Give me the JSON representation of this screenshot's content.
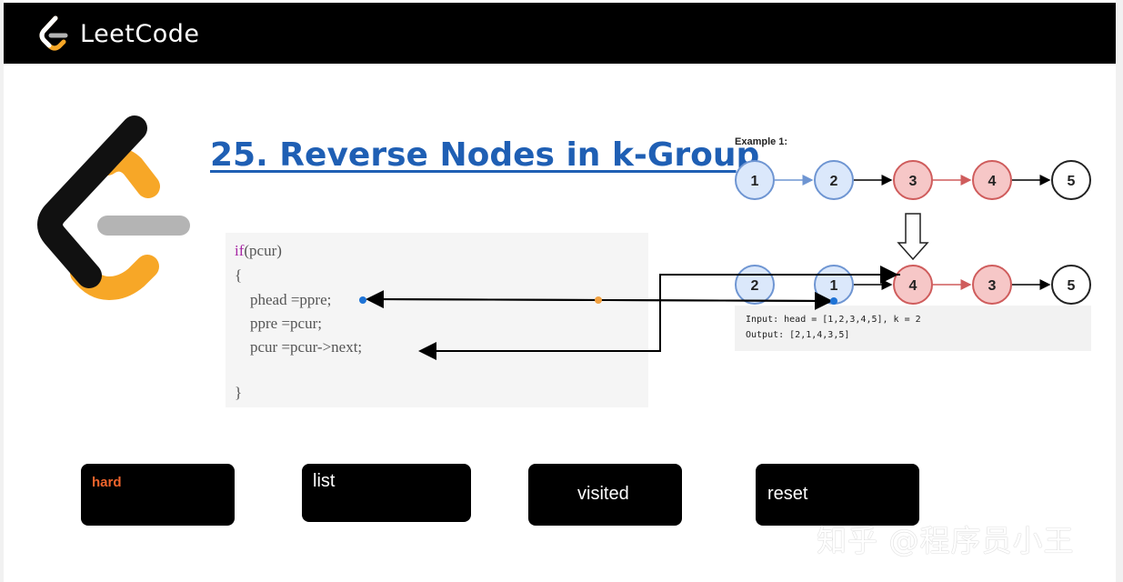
{
  "header": {
    "brand": "LeetCode"
  },
  "title": "25. Reverse Nodes in k-Group",
  "code": [
    {
      "kw": "if",
      "rest": "(pcur)"
    },
    {
      "kw": "",
      "rest": "{"
    },
    {
      "kw": "",
      "rest": "    phead =ppre;"
    },
    {
      "kw": "",
      "rest": "    ppre =pcur;"
    },
    {
      "kw": "",
      "rest": "    pcur =pcur->next;"
    },
    {
      "kw": "",
      "rest": ""
    },
    {
      "kw": "",
      "rest": "}"
    }
  ],
  "example": {
    "label": "Example 1:",
    "before": [
      "1",
      "2",
      "3",
      "4",
      "5"
    ],
    "after": [
      "2",
      "1",
      "4",
      "3",
      "5"
    ],
    "input": "Input: head = [1,2,3,4,5], k = 2",
    "output": "Output: [2,1,4,3,5]"
  },
  "buttons": {
    "hard": "hard",
    "list": "list",
    "visited": "visited",
    "reset": "reset"
  },
  "colors": {
    "blue_fill": "#dbe8fb",
    "blue_stroke": "#6e95d2",
    "red_fill": "#f6c7c7",
    "red_stroke": "#cf5c5c",
    "title": "#1f5fb4",
    "hard_text": "#f0642c",
    "orange": "#f7a727"
  },
  "watermark": "知乎 @程序员小王"
}
